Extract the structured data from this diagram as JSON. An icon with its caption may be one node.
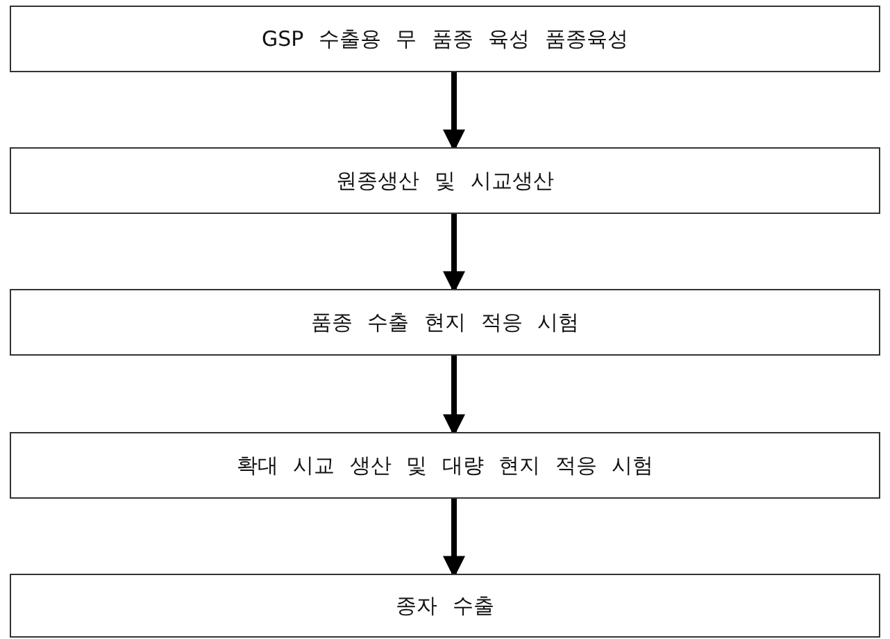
{
  "diagram": {
    "nodes": [
      {
        "text": [
          "GSP 수출용 무 품종 육성 품종육성"
        ]
      },
      {
        "text": [
          "원종생산 및 시교생산"
        ]
      },
      {
        "text": [
          "품종 수출 현지 적응 시험"
        ]
      },
      {
        "text": [
          "확대 시교 생산 및 대량 현지 적응 시험"
        ]
      },
      {
        "text": [
          "종자 수출"
        ]
      }
    ],
    "edges": [
      {
        "from": 0,
        "to": 1,
        "arrow": "to"
      },
      {
        "from": 1,
        "to": 2,
        "arrow": "to"
      },
      {
        "from": 2,
        "to": 3,
        "arrow": "to"
      },
      {
        "from": 3,
        "to": 4,
        "arrow": "to"
      }
    ]
  }
}
